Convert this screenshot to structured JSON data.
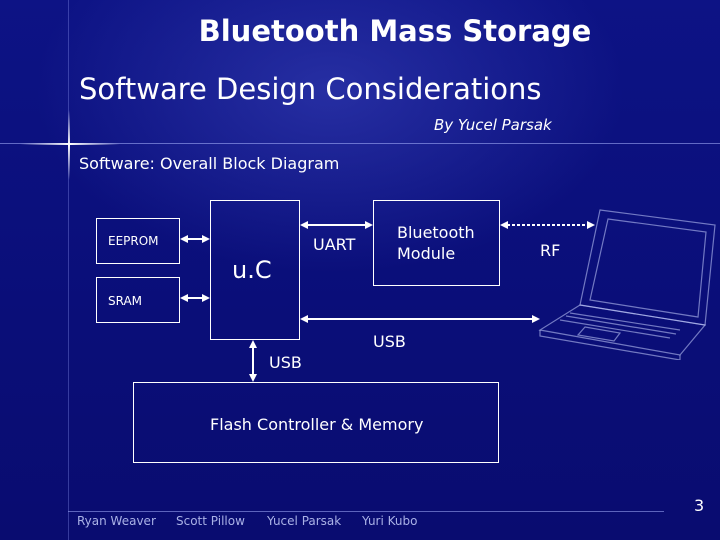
{
  "slide": {
    "title": "Bluetooth Mass Storage",
    "subtitle": "Software Design Considerations",
    "byline": "By Yucel Parsak",
    "section": "Software: Overall Block Diagram",
    "page_number": "3"
  },
  "diagram": {
    "eeprom": "EEPROM",
    "sram": "SRAM",
    "uc": "u.C",
    "uart": "UART",
    "bt_line1": "Bluetooth",
    "bt_line2": "Module",
    "rf": "RF",
    "usb_right": "USB",
    "usb_down": "USB",
    "flash": "Flash Controller & Memory"
  },
  "footer": {
    "authors": [
      "Ryan Weaver",
      "Scott Pillow",
      "Yucel Parsak",
      "Yuri Kubo"
    ]
  }
}
